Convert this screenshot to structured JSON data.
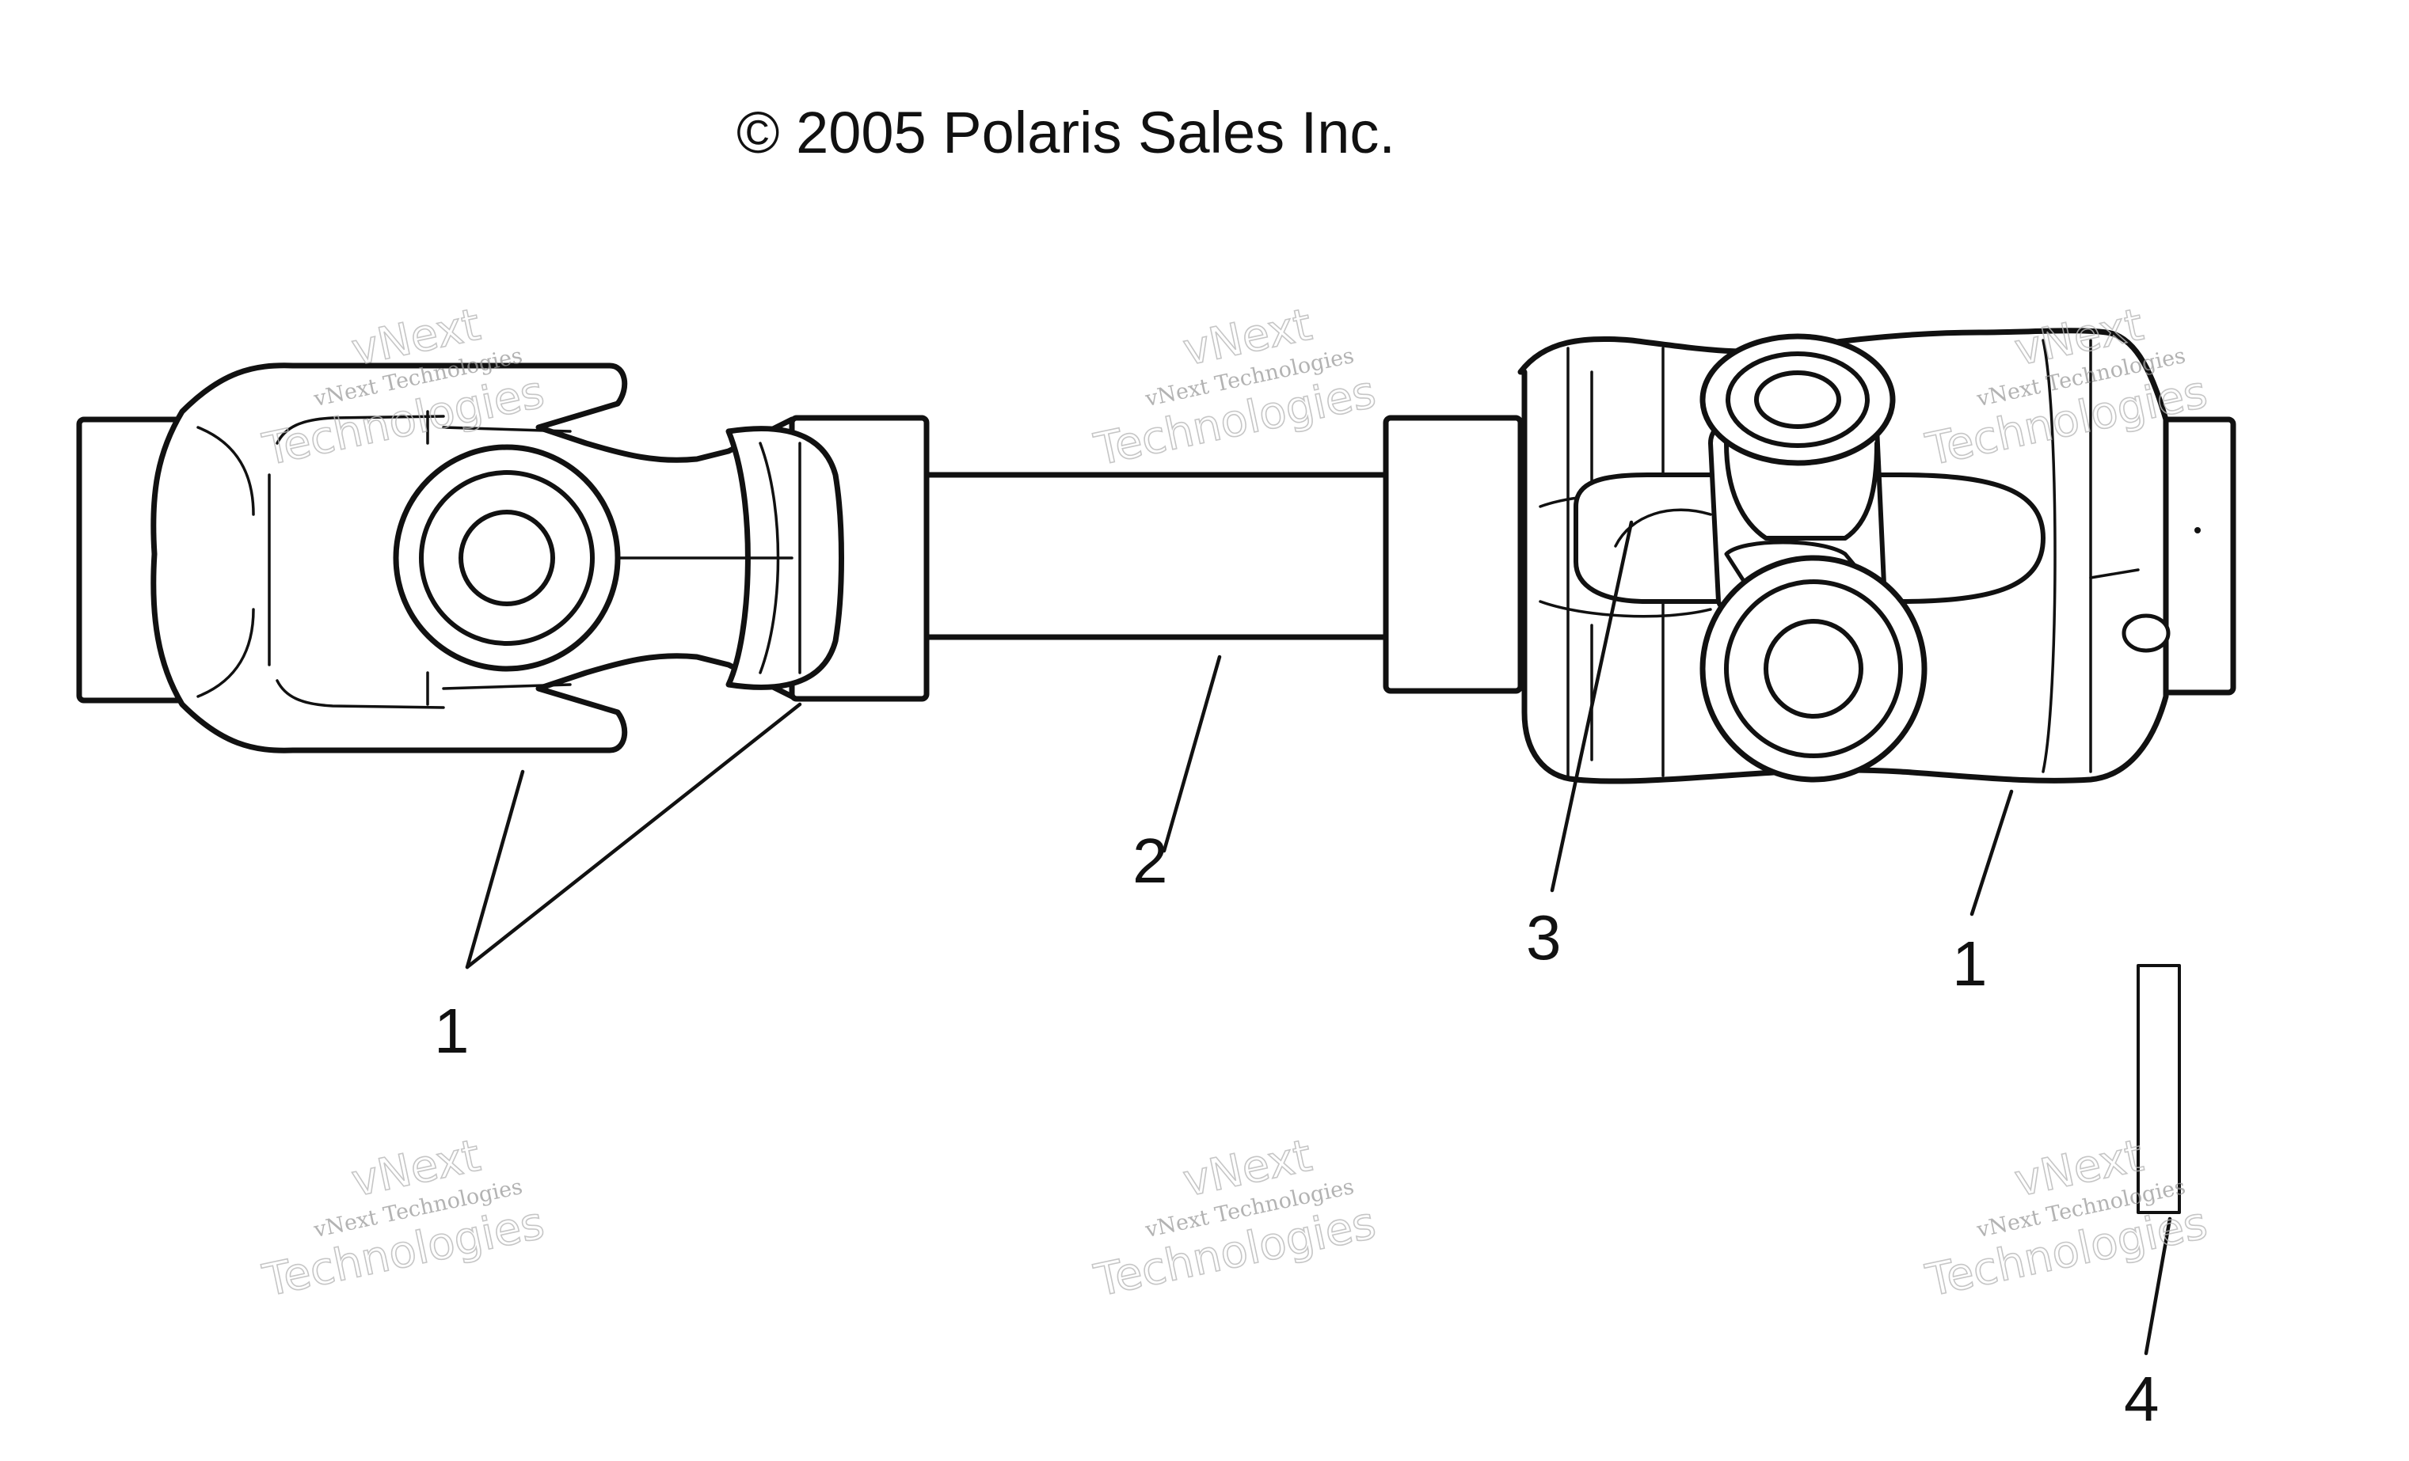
{
  "copyright": "© 2005 Polaris Sales Inc.",
  "callouts": {
    "left_yoke": "1",
    "shaft": "2",
    "cross_bearing": "3",
    "right_yoke": "1",
    "pin": "4"
  },
  "watermark": {
    "line1": "vNext",
    "line2": "vNext Technologies",
    "line3": "Technologies"
  }
}
